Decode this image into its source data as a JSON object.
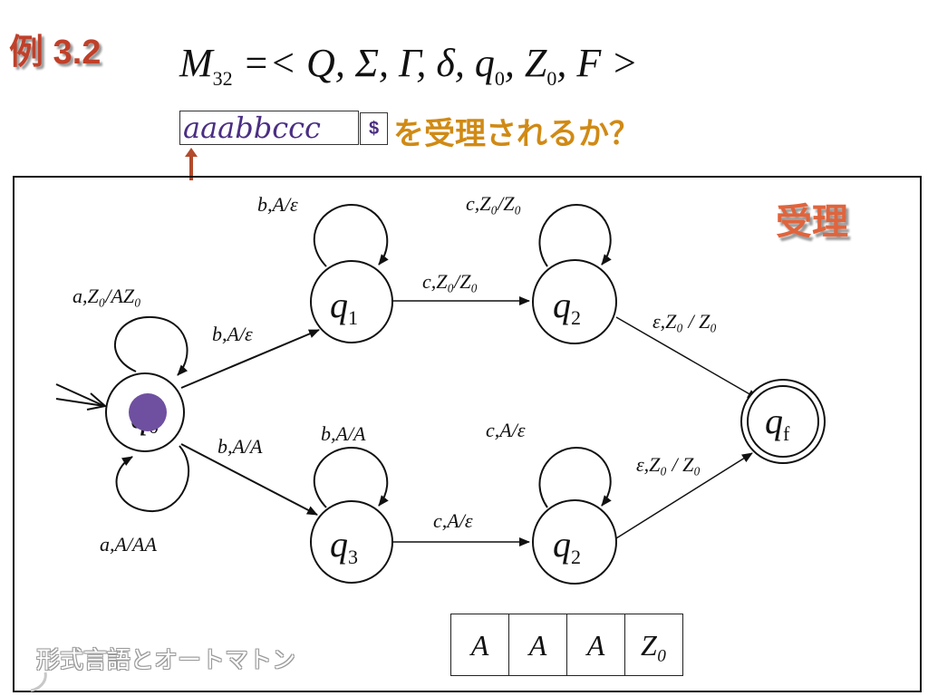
{
  "header": {
    "example_title": "例 3.2",
    "machine": {
      "name": "M",
      "index": "32",
      "definition": "=< Q, Σ, Γ, δ, q",
      "q0_sub": "0",
      "z_part": ", Z",
      "z0_sub": "0",
      "tail": ", F >"
    },
    "input_string": "aaabbccc",
    "end_marker": "$",
    "question": "を受理されるか？"
  },
  "accept_label": "受理",
  "states": {
    "q0": {
      "name": "q",
      "sub": "0"
    },
    "q1": {
      "name": "q",
      "sub": "1"
    },
    "q2_top": {
      "name": "q",
      "sub": "2"
    },
    "q3": {
      "name": "q",
      "sub": "3"
    },
    "q2_bottom": {
      "name": "q",
      "sub": "2"
    },
    "qf": {
      "name": "q",
      "sub": "f"
    }
  },
  "transitions": {
    "q0_loop_top": "a,Z₀/AZ₀",
    "q0_loop_bottom": "a,A/AA",
    "q0_to_q1": "b,A/ε",
    "q1_loop": "b,A/ε",
    "q1_to_q2": "c,Z₀/Z₀",
    "q2_top_loop": "c,Z₀/Z₀",
    "q2_top_to_qf": "ε,Z₀ / Z₀",
    "q0_to_q3": "b,A/A",
    "q3_loop": "b,A/A",
    "q3_to_q2": "c,A/ε",
    "q2_bottom_loop": "c,A/ε",
    "q2_bottom_to_qf": "ε,Z₀ / Z₀"
  },
  "stack": {
    "cells": [
      "A",
      "A",
      "A",
      "Z₀"
    ]
  },
  "colors": {
    "title": "#c0402a",
    "input_text": "#4b2e83",
    "question": "#d08a15",
    "accept": "#e0643c",
    "current_state_marker": "#6f4fa0",
    "head_arrow": "#b24a2c"
  },
  "footer": {
    "text": "形式言語とオートマトン"
  }
}
